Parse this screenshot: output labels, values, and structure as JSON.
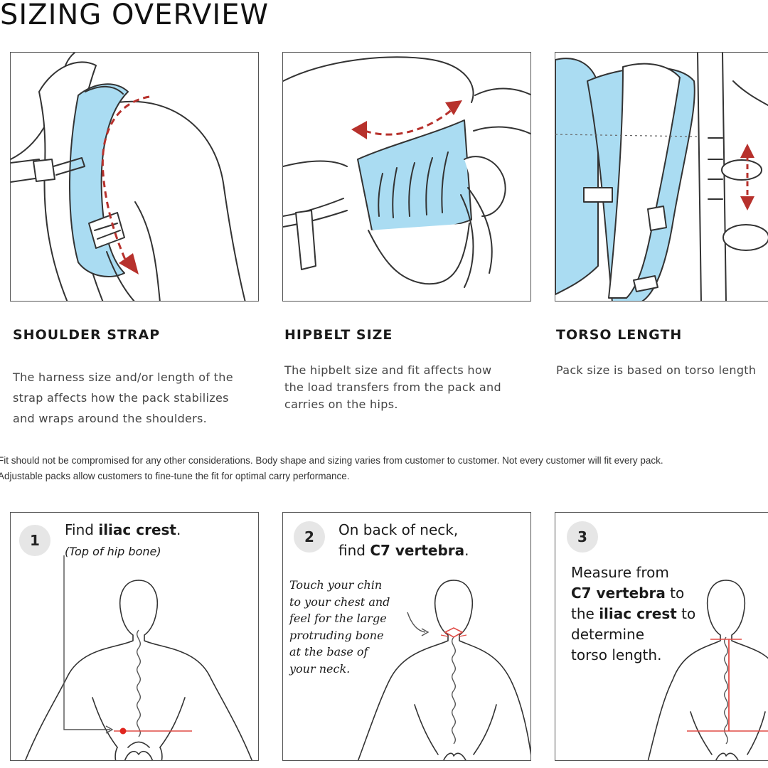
{
  "title": "SIZING OVERVIEW",
  "colors": {
    "accent_red": "#b7312c",
    "panel_blue": "#aadcf2",
    "outline": "#333333"
  },
  "sections": [
    {
      "heading": "SHOULDER STRAP",
      "lines": [
        "The harness size and/or length of the",
        "strap affects how the pack stabilizes",
        "and wraps around the shoulders."
      ]
    },
    {
      "heading": "HIPBELT SIZE",
      "lines": [
        "The hipbelt size and fit affects how",
        "the load transfers from the pack and",
        "carries on the hips."
      ]
    },
    {
      "heading": "TORSO LENGTH",
      "lines": [
        "Pack size is based on torso length"
      ]
    }
  ],
  "note_lines": [
    "Fit should not be compromised for any other considerations. Body shape and sizing varies from customer to customer. Not every customer will fit every pack.",
    "Adjustable packs allow customers to fine-tune the fit for optimal carry performance."
  ],
  "steps": [
    {
      "number": "1",
      "pre": "Find ",
      "bold": "iliac crest",
      "post": ".",
      "sub": "(Top of hip bone)"
    },
    {
      "number": "2",
      "line1": "On back of neck,",
      "pre": "find ",
      "bold": "C7 vertebra",
      "post": ".",
      "hint_lines": [
        "Touch your chin",
        "to your chest and",
        "feel for the large",
        "protruding bone",
        "at the base of",
        "your neck."
      ]
    },
    {
      "number": "3",
      "line1": "Measure from",
      "bold1": "C7 vertebra",
      "post1": " to",
      "pre2": "the ",
      "bold2": "iliac crest",
      "post2": " to",
      "line4": "determine",
      "line5": "torso length."
    }
  ]
}
